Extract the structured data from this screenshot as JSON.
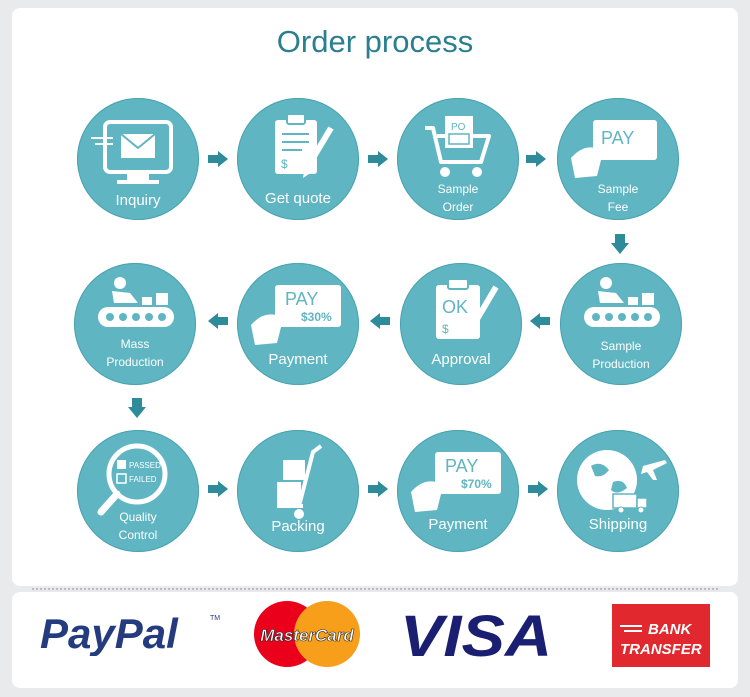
{
  "title": "Order process",
  "steps": [
    {
      "label": "Inquiry"
    },
    {
      "label": "Get quote"
    },
    {
      "label": "Sample\nOrder",
      "po": "PO"
    },
    {
      "label": "Sample\nFee",
      "pay": "PAY"
    },
    {
      "label": "Sample\nProduction"
    },
    {
      "label": "Approval",
      "ok": "OK",
      "dollar": "$"
    },
    {
      "label": "Payment",
      "pay": "PAY",
      "pct": "$30%"
    },
    {
      "label": "Mass\nProduction"
    },
    {
      "label": "Quality\nControl",
      "passed": "PASSED",
      "failed": "FAILED"
    },
    {
      "label": "Packing"
    },
    {
      "label": "Payment",
      "pay": "PAY",
      "pct": "$70%"
    },
    {
      "label": "Shipping"
    }
  ],
  "payment_logos": {
    "paypal": "PayPal",
    "tm": "TM",
    "mastercard": "MasterCard",
    "visa": "VISA",
    "bank_line1": "BANK",
    "bank_line2": "TRANSFER"
  },
  "colors": {
    "circle": "#5fb6c2",
    "arrow": "#2e8b9a",
    "title": "#2a7f8f",
    "paypal_dark": "#253b80",
    "paypal_light": "#179bd7",
    "visa": "#1a1f71",
    "bank": "#e0282e"
  }
}
